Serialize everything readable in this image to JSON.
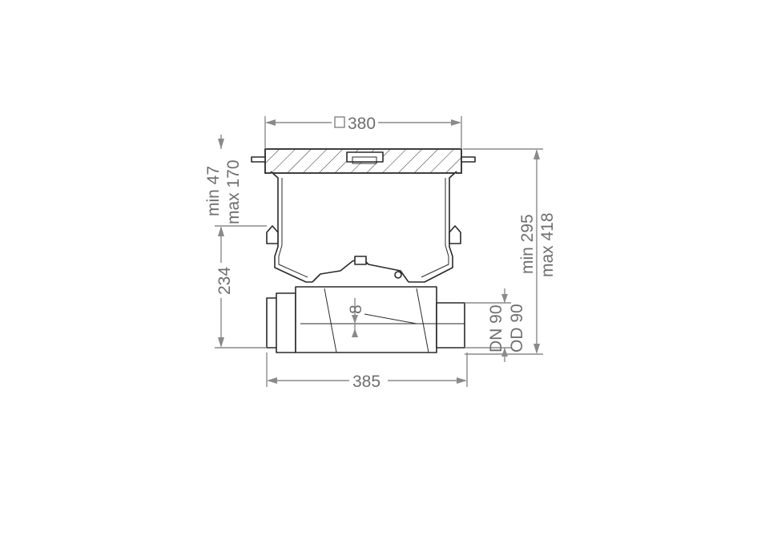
{
  "labels": {
    "top_width": "380",
    "square_symbol": "□",
    "bottom_width": "385",
    "adjust_min": "min 47",
    "adjust_max": "max 170",
    "lower_height": "234",
    "total_min": "min 295",
    "total_max": "max 418",
    "offset": "8",
    "dn": "DN 90",
    "od": "OD 90"
  },
  "colors": {
    "dimension": "#8a8a8a",
    "outline": "#2a2a2a",
    "background": "#ffffff"
  }
}
